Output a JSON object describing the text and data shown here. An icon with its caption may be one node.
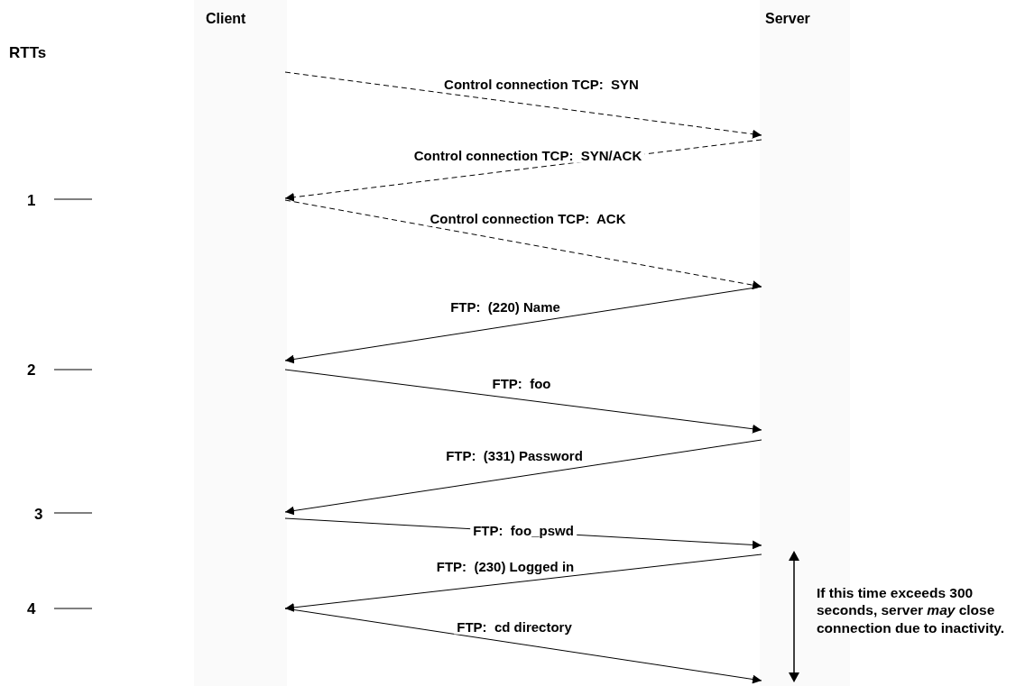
{
  "diagram": {
    "nodes": [
      {
        "text": [
          "Client"
        ]
      },
      {
        "text": [
          "Server"
        ]
      }
    ],
    "edges": [
      {
        "from": 0,
        "to": 1,
        "arrow": "to",
        "style": "dashed",
        "label": "Control connection TCP:  SYN"
      },
      {
        "from": 1,
        "to": 0,
        "arrow": "to",
        "style": "dashed",
        "label": "Control connection TCP:  SYN/ACK"
      },
      {
        "from": 0,
        "to": 1,
        "arrow": "to",
        "style": "dashed",
        "label": "Control connection TCP:  ACK"
      },
      {
        "from": 1,
        "to": 0,
        "arrow": "to",
        "label": "FTP:  (220) Name"
      },
      {
        "from": 0,
        "to": 1,
        "arrow": "to",
        "label": "FTP:  foo"
      },
      {
        "from": 1,
        "to": 0,
        "arrow": "to",
        "label": "FTP:  (331) Password"
      },
      {
        "from": 0,
        "to": 1,
        "arrow": "to",
        "label": "FTP:  foo_pswd"
      },
      {
        "from": 1,
        "to": 0,
        "arrow": "to",
        "label": "FTP:  (230) Logged in"
      },
      {
        "from": 0,
        "to": 1,
        "arrow": "to",
        "label": "FTP:  cd directory"
      }
    ],
    "labels": [
      "RTTs",
      "1",
      "2",
      "3",
      "4",
      "If this time exceeds 300 seconds, server *may* close connection due to inactivity."
    ]
  }
}
